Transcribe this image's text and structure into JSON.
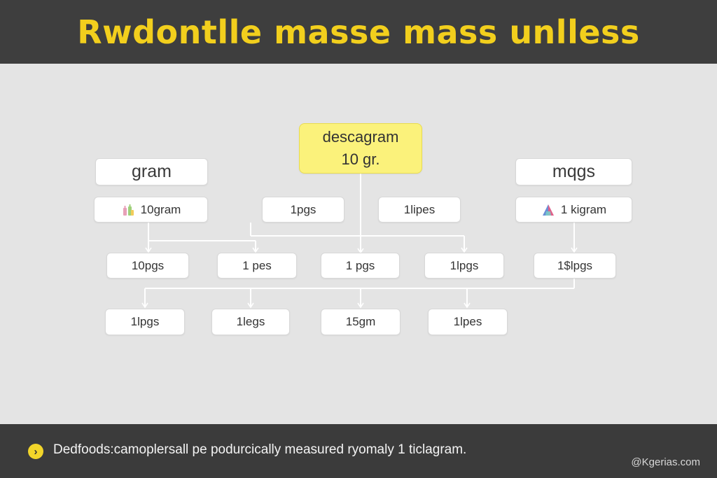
{
  "header": {
    "title": "Rwdontlle masse mass unlless"
  },
  "diagram": {
    "root": {
      "line1": "descagram",
      "line2": "10 gr."
    },
    "left_title": "gram",
    "left_item": "10gram",
    "right_title": "mqgs",
    "right_item": "1 kigram",
    "row1": [
      "1pgs",
      "1lipes"
    ],
    "row2": [
      "10pgs",
      "1 pes",
      "1 pgs",
      "1lpgs",
      "1$lpgs"
    ],
    "row3": [
      "1lpgs",
      "1legs",
      "15gm",
      "1lpes"
    ]
  },
  "footer": {
    "caption": "Dedfoods:camoplersall pe podurcically measured ryomaly 1 ticlagram.",
    "credit": "@Kgerias.com"
  },
  "colors": {
    "header_bg": "#3e3e3e",
    "title": "#f2cf1d",
    "root_bg": "#fbf27b",
    "canvas_bg": "#e4e4e4",
    "footer_bg": "#3b3b3b",
    "chevron": "#f2d52a"
  },
  "icons": {
    "left_item": "bottles-icon",
    "right_item": "pyramid-icon",
    "footer": "chevron-right-icon"
  }
}
